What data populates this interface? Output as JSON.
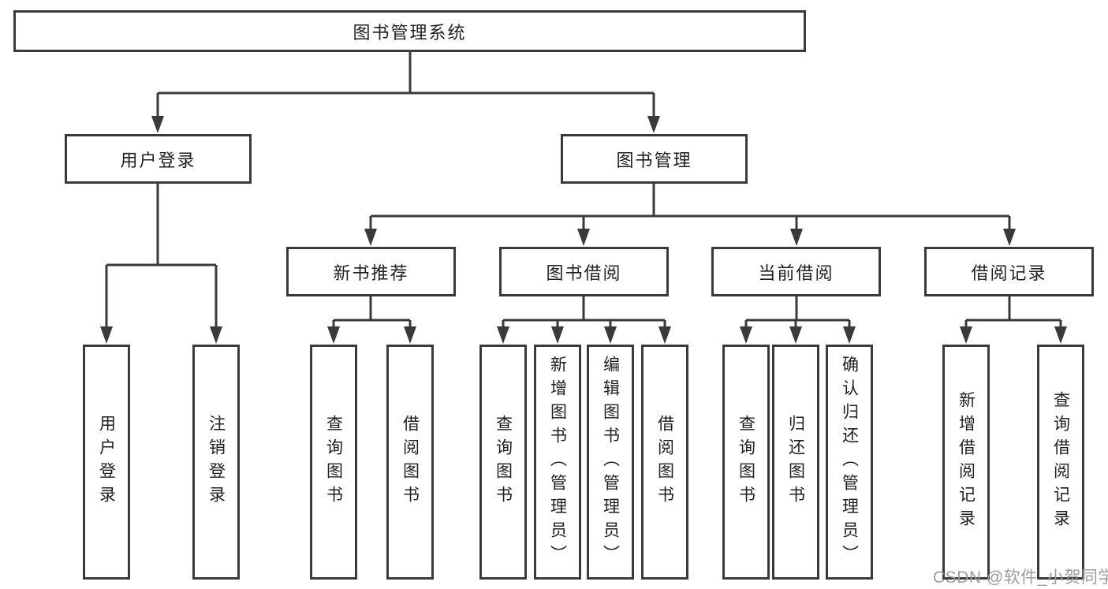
{
  "nodes": {
    "root": "图书管理系统",
    "user_login": "用户登录",
    "book_management": "图书管理",
    "new_book_recommendation": "新书推荐",
    "book_borrowing": "图书借阅",
    "current_borrowing": "当前借阅",
    "borrowing_records": "借阅记录"
  },
  "leaves": {
    "user_login": [
      "用户登录",
      "注销登录"
    ],
    "new_book_recommendation": [
      "查询图书",
      "借阅图书"
    ],
    "book_borrowing": [
      "查询图书",
      "新增图书（管理员）",
      "编辑图书（管理员）",
      "借阅图书"
    ],
    "current_borrowing": [
      "查询图书",
      "归还图书",
      "确认归还（管理员）"
    ],
    "borrowing_records": [
      "新增借阅记录",
      "查询借阅记录"
    ]
  },
  "watermark": {
    "text": "CSDN @软件_小贺同学"
  },
  "colors": {
    "line": "#3a3a3a",
    "box_border": "#3a3a3a",
    "text": "#1f1f1f",
    "watermark": "#9d9d9d",
    "background": "#ffffff"
  }
}
